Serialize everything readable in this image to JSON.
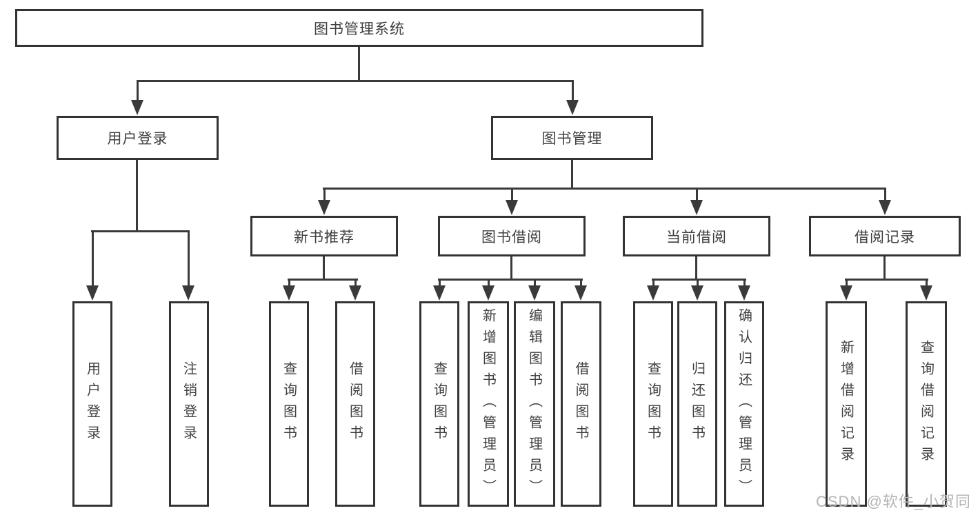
{
  "colors": {
    "line": "#3a3a3a",
    "box_border": "#333333",
    "text": "#404040",
    "watermark": "#b4b4b4",
    "background": "#ffffff"
  },
  "watermark": {
    "text": "CSDN @软件_小贺同学"
  },
  "diagram": {
    "root": {
      "label": "图书管理系统",
      "children": [
        {
          "label": "用户登录",
          "children": [
            {
              "label": "用户登录"
            },
            {
              "label": "注销登录"
            }
          ]
        },
        {
          "label": "图书管理",
          "children": [
            {
              "label": "新书推荐",
              "children": [
                {
                  "label": "查询图书"
                },
                {
                  "label": "借阅图书"
                }
              ]
            },
            {
              "label": "图书借阅",
              "children": [
                {
                  "label": "查询图书"
                },
                {
                  "label": "新增图书（管理员）"
                },
                {
                  "label": "编辑图书（管理员）"
                },
                {
                  "label": "借阅图书"
                }
              ]
            },
            {
              "label": "当前借阅",
              "children": [
                {
                  "label": "查询图书"
                },
                {
                  "label": "归还图书"
                },
                {
                  "label": "确认归还（管理员）"
                }
              ]
            },
            {
              "label": "借阅记录",
              "children": [
                {
                  "label": "新增借阅记录"
                },
                {
                  "label": "查询借阅记录"
                }
              ]
            }
          ]
        }
      ]
    }
  }
}
